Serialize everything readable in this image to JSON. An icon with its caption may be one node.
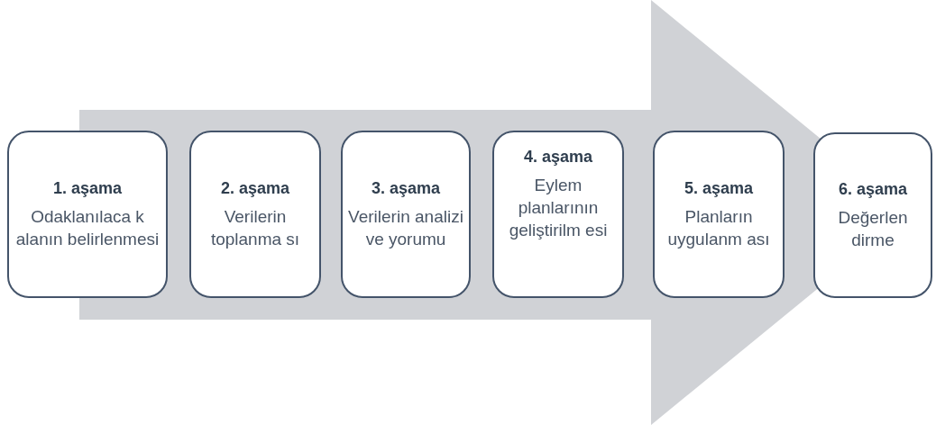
{
  "diagram": {
    "nodes": [
      {
        "text": [],
        "shape": "arrow"
      },
      {
        "text": [
          "1. aşama",
          "Odaklanılaca k alanın belirlenmesi"
        ]
      },
      {
        "text": [
          "2. aşama",
          "Verilerin toplanma sı"
        ],
        "in": 0
      },
      {
        "text": [
          "3. aşama",
          "Verilerin analizi ve yorumu"
        ],
        "in": 0
      },
      {
        "text": [
          "4. aşama",
          "Eylem planlarının geliştirilm esi"
        ],
        "in": 0
      },
      {
        "text": [
          "5. aşama",
          "Planların uygulanm ası"
        ],
        "in": 0
      },
      {
        "text": [
          "6. aşama",
          "Değerlen dirme"
        ]
      }
    ]
  }
}
